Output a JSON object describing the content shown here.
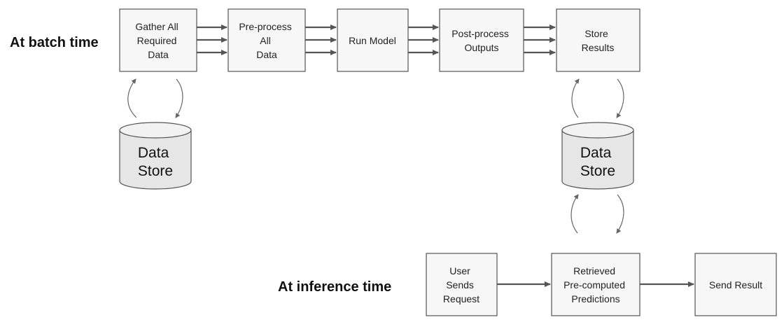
{
  "labels": {
    "batch": "At batch time",
    "inference": "At inference time"
  },
  "batch_steps": [
    {
      "lines": [
        "Gather All",
        "Required",
        "Data"
      ]
    },
    {
      "lines": [
        "Pre-process",
        "All",
        "Data"
      ]
    },
    {
      "lines": [
        "Run Model"
      ]
    },
    {
      "lines": [
        "Post-process",
        "Outputs"
      ]
    },
    {
      "lines": [
        "Store",
        "Results"
      ]
    }
  ],
  "inference_steps": [
    {
      "lines": [
        "User",
        "Sends",
        "Request"
      ]
    },
    {
      "lines": [
        "Retrieved",
        "Pre-computed",
        "Predictions"
      ]
    },
    {
      "lines": [
        "Send Result"
      ]
    }
  ],
  "data_stores": [
    {
      "lines": [
        "Data",
        "Store"
      ]
    },
    {
      "lines": [
        "Data",
        "Store"
      ]
    }
  ],
  "colors": {
    "box_fill": "#f7f7f7",
    "stroke": "#555555",
    "cylinder_fill": "#e6e6e6"
  }
}
